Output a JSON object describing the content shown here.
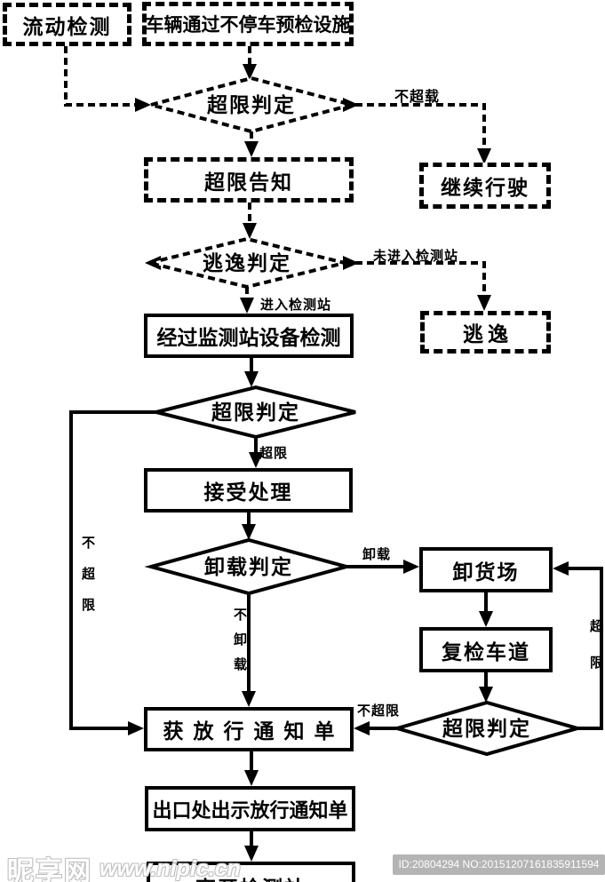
{
  "flowchart": {
    "nodes": {
      "mobile_detection": {
        "label": "流动检测"
      },
      "precheck_facility": {
        "label": "车辆通过不停车预检设施"
      },
      "overlimit_judgment_1": {
        "label": "超限判定"
      },
      "continue_driving": {
        "label": "继续行驶"
      },
      "overlimit_notice": {
        "label": "超限告知"
      },
      "escape_judgment": {
        "label": "逃逸判定"
      },
      "escape": {
        "label": "逃逸"
      },
      "station_detection": {
        "label": "经过监测站设备检测"
      },
      "overlimit_judgment_2": {
        "label": "超限判定"
      },
      "accept_processing": {
        "label": "接受处理"
      },
      "unload_judgment": {
        "label": "卸载判定"
      },
      "unloading_yard": {
        "label": "卸货场"
      },
      "recheck_lane": {
        "label": "复检车道"
      },
      "overlimit_judgment_3": {
        "label": "超限判定"
      },
      "release_notice": {
        "label": "获放行通知单"
      },
      "exit_show_notice": {
        "label": "出口处出示放行通知单"
      },
      "leave_station": {
        "label": "离开检测站"
      }
    },
    "edge_labels": {
      "not_overloaded": "不超载",
      "not_entered_station": "未进入检测站",
      "entered_station": "进入检测站",
      "overlimit_to_processing": "超限",
      "not_overlimit_left": "不超限",
      "unload": "卸载",
      "not_unload": "不卸载",
      "not_overlimit_recheck": "不超限",
      "overlimit_loop": "超限"
    }
  },
  "watermark": {
    "site_name": "昵享网",
    "site_url": "www.nipic.cn",
    "id_badge": "ID:20804294 NO:20151207161835911594",
    "badge_bg": "#b4b4b4"
  },
  "colors": {
    "line": "#000000",
    "background": "#ffffff"
  }
}
